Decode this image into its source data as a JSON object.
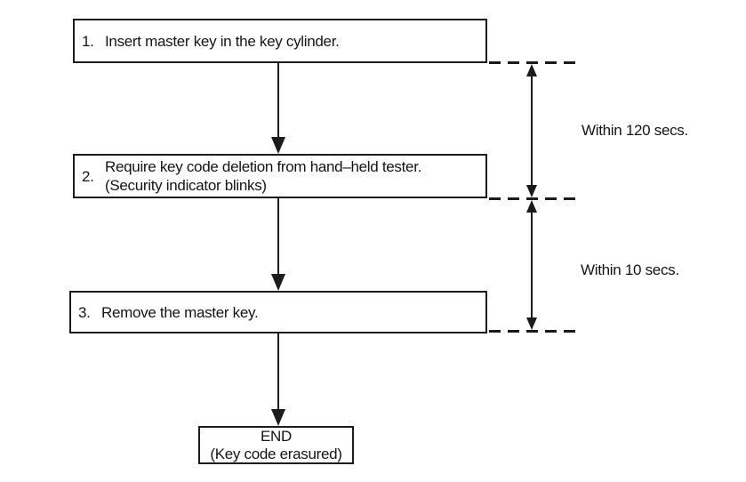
{
  "page": {
    "background": "#ffffff",
    "ink": "#1b1b1b"
  },
  "flowchart": {
    "steps": [
      {
        "num": "1.",
        "text": "Insert master key in the key cylinder."
      },
      {
        "num": "2.",
        "text": "Require key code deletion from hand–held tester.",
        "note": "(Security indicator blinks)"
      },
      {
        "num": "3.",
        "text": "Remove the master key."
      }
    ],
    "end_box": {
      "title": "END",
      "subtitle": "(Key code erasured)"
    },
    "timings": [
      {
        "label": "Within 120 secs."
      },
      {
        "label": "Within 10 secs."
      }
    ]
  }
}
